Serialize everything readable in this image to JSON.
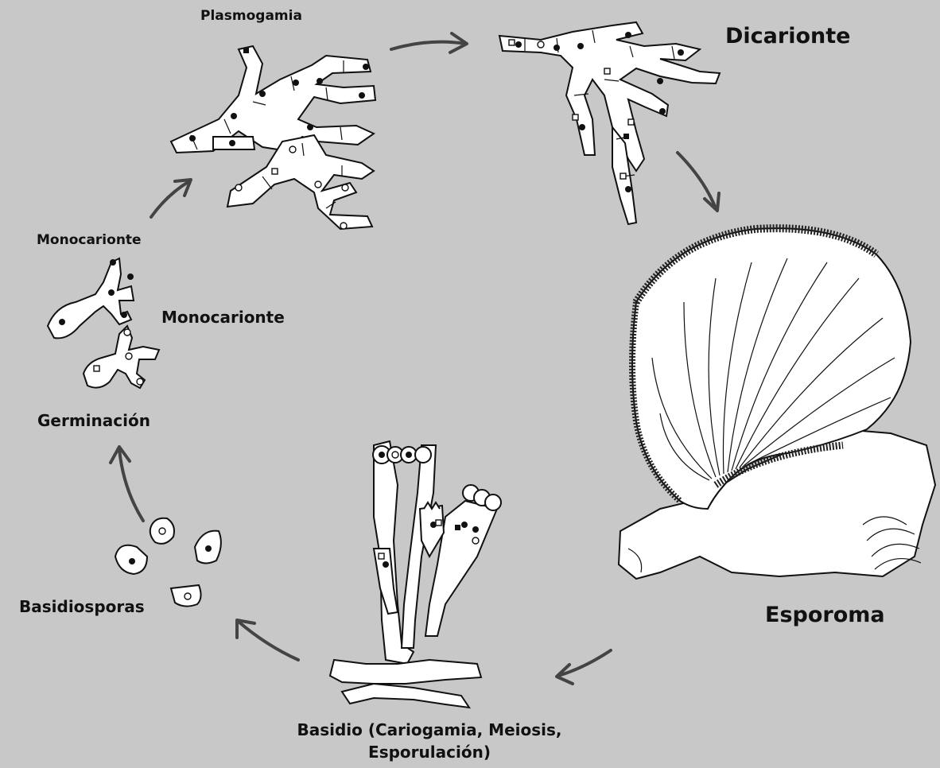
{
  "labels": {
    "plasmogamia": "Plasmogamia",
    "dicarionte": "Dicarionte",
    "monocarionte_top": "Monocarionte",
    "monocarionte_mid": "Monocarionte",
    "germinacion": "Germinación",
    "basidiosporas": "Basidiosporas",
    "esporoma": "Esporoma",
    "basidio_line1": "Basidio (Cariogamia, Meiosis,",
    "basidio_line2": "Esporulación)"
  },
  "colors": {
    "background": "#c8c8c8",
    "arrow": "#444444",
    "outline": "#111111"
  }
}
